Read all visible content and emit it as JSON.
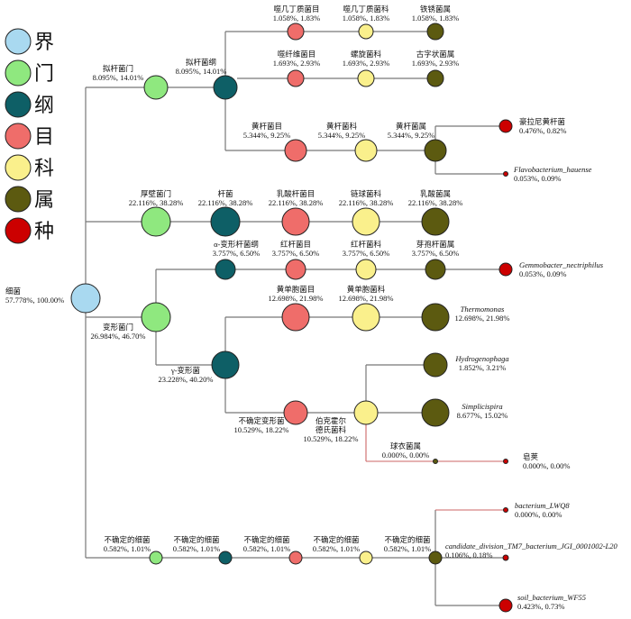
{
  "colors": {
    "kingdom": "#a9d9f0",
    "phylum": "#8fe87f",
    "class": "#0e5f66",
    "order": "#ef6d6a",
    "family": "#faf08c",
    "genus": "#5c5a10",
    "species": "#cc0000"
  },
  "legend": [
    {
      "label": "界",
      "level": "kingdom"
    },
    {
      "label": "门",
      "level": "phylum"
    },
    {
      "label": "纲",
      "level": "class"
    },
    {
      "label": "目",
      "level": "order"
    },
    {
      "label": "科",
      "level": "family"
    },
    {
      "label": "属",
      "level": "genus"
    },
    {
      "label": "种",
      "level": "species"
    }
  ],
  "nodes": [
    {
      "id": "root",
      "level": "kingdom",
      "name": "细菌",
      "stats": "57.778%, 100.00%"
    },
    {
      "id": "bact_p",
      "level": "phylum",
      "name": "拟杆菌门",
      "stats": "8.095%, 14.01%"
    },
    {
      "id": "bact_c",
      "level": "class",
      "name": "拟杆菌纲",
      "stats": "8.095%, 14.01%"
    },
    {
      "id": "sph_o",
      "level": "order",
      "name": "噬几丁质菌目",
      "stats": "1.058%, 1.83%"
    },
    {
      "id": "sph_f",
      "level": "family",
      "name": "噬几丁质菌科",
      "stats": "1.058%, 1.83%"
    },
    {
      "id": "sph_g",
      "level": "genus",
      "name": "铁锈菌属",
      "stats": "1.058%, 1.83%"
    },
    {
      "id": "cyt_o",
      "level": "order",
      "name": "噬纤维菌目",
      "stats": "1.693%, 2.93%"
    },
    {
      "id": "cyt_f",
      "level": "family",
      "name": "螺旋菌科",
      "stats": "1.693%, 2.93%"
    },
    {
      "id": "cyt_g",
      "level": "genus",
      "name": "古字状菌属",
      "stats": "1.693%, 2.93%"
    },
    {
      "id": "fla_o",
      "level": "order",
      "name": "黄杆菌目",
      "stats": "5.344%, 9.25%"
    },
    {
      "id": "fla_f",
      "level": "family",
      "name": "黄杆菌科",
      "stats": "5.344%, 9.25%"
    },
    {
      "id": "fla_g",
      "level": "genus",
      "name": "黄杆菌属",
      "stats": "5.344%, 9.25%"
    },
    {
      "id": "fla_s1",
      "level": "species",
      "name": "豪拉尼黄杆菌",
      "stats": "0.476%, 0.82%"
    },
    {
      "id": "fla_s2",
      "level": "species",
      "name": "Flavobacterium_hauense",
      "stats": "0.053%, 0.09%",
      "italic": true
    },
    {
      "id": "fir_p",
      "level": "phylum",
      "name": "厚壁菌门",
      "stats": "22.116%, 38.28%"
    },
    {
      "id": "fir_c",
      "level": "class",
      "name": "杆菌",
      "stats": "22.116%, 38.28%"
    },
    {
      "id": "lac_o",
      "level": "order",
      "name": "乳酸杆菌目",
      "stats": "22.116%, 38.28%"
    },
    {
      "id": "lac_f",
      "level": "family",
      "name": "链球菌科",
      "stats": "22.116%, 38.28%"
    },
    {
      "id": "lac_g",
      "level": "genus",
      "name": "乳酸菌属",
      "stats": "22.116%, 38.28%"
    },
    {
      "id": "pro_p",
      "level": "phylum",
      "name": "变形菌门",
      "stats": "26.984%, 46.70%"
    },
    {
      "id": "alp_c",
      "level": "class",
      "name": "α-变形杆菌纲",
      "stats": "3.757%, 6.50%"
    },
    {
      "id": "rho_o",
      "level": "order",
      "name": "红杆菌目",
      "stats": "3.757%, 6.50%"
    },
    {
      "id": "rho_f",
      "level": "family",
      "name": "红杆菌科",
      "stats": "3.757%, 6.50%"
    },
    {
      "id": "rho_g",
      "level": "genus",
      "name": "芽孢杆菌属",
      "stats": "3.757%, 6.50%"
    },
    {
      "id": "rho_s",
      "level": "species",
      "name": "Gemmobacter_nectriphilus",
      "stats": "0.053%, 0.09%",
      "italic": true
    },
    {
      "id": "gam_c",
      "level": "class",
      "name": "γ-变形菌",
      "stats": "23.228%, 40.20%"
    },
    {
      "id": "pse_o",
      "level": "order",
      "name": "黄单胞菌目",
      "stats": "12.698%, 21.98%"
    },
    {
      "id": "pse_f",
      "level": "family",
      "name": "黄单胞菌科",
      "stats": "12.698%, 21.98%"
    },
    {
      "id": "pse_g",
      "level": "genus",
      "name": "Thermomonas",
      "stats": "12.698%, 21.98%",
      "italic": true
    },
    {
      "id": "bur_o",
      "level": "order",
      "name": "不确定变形菌",
      "stats": "10.529%, 18.22%"
    },
    {
      "id": "bur_f",
      "level": "family",
      "name": "伯克霍尔\n德氏菌科",
      "stats": "10.529%, 18.22%"
    },
    {
      "id": "hyd_g",
      "level": "genus",
      "name": "Hydrogenophaga",
      "stats": "1.852%, 3.21%",
      "italic": true
    },
    {
      "id": "sim_g",
      "level": "genus",
      "name": "Simplicispira",
      "stats": "8.677%, 15.02%",
      "italic": true
    },
    {
      "id": "chl_g",
      "level": "genus",
      "name": "球衣菌属",
      "stats": "0.000%, 0.00%"
    },
    {
      "id": "chl_s",
      "level": "species",
      "name": "皂荚",
      "stats": "0.000%, 0.00%"
    },
    {
      "id": "unc_p",
      "level": "phylum",
      "name": "不确定的细菌",
      "stats": "0.582%, 1.01%"
    },
    {
      "id": "unc_c",
      "level": "class",
      "name": "不确定的细菌",
      "stats": "0.582%, 1.01%"
    },
    {
      "id": "unc_o",
      "level": "order",
      "name": "不确定的细菌",
      "stats": "0.582%, 1.01%"
    },
    {
      "id": "unc_f",
      "level": "family",
      "name": "不确定的细菌",
      "stats": "0.582%, 1.01%"
    },
    {
      "id": "unc_g",
      "level": "genus",
      "name": "不确定的细菌",
      "stats": "0.582%, 1.01%"
    },
    {
      "id": "unc_s1",
      "level": "species",
      "name": "bacterium_LWQ8",
      "stats": "0.000%, 0.00%",
      "italic": true
    },
    {
      "id": "unc_s2",
      "level": "species",
      "name": "candidate_division_TM7_bacterium_JGI_0001002-L20",
      "stats": "0.106%, 0.18%",
      "italic": true
    },
    {
      "id": "unc_s3",
      "level": "species",
      "name": "soil_bacterium_WF55",
      "stats": "0.423%, 0.73%",
      "italic": true
    }
  ]
}
